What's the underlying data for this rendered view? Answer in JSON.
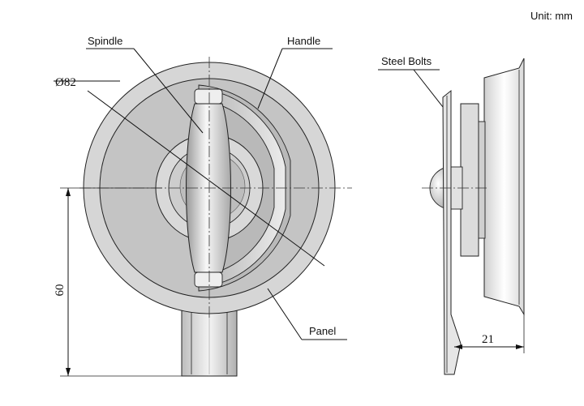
{
  "unit_label": "Unit: mm",
  "labels": {
    "spindle": "Spindle",
    "handle": "Handle",
    "steel_bolts": "Steel Bolts",
    "panel": "Panel"
  },
  "dimensions": {
    "diameter": "Ø82",
    "height": "60",
    "depth": "21"
  },
  "colors": {
    "outer_ring": "#d6d6d6",
    "inner_disc": "#c4c4c4",
    "handle_light": "#f2f2f2",
    "body_grey": "#cfcfcf"
  }
}
